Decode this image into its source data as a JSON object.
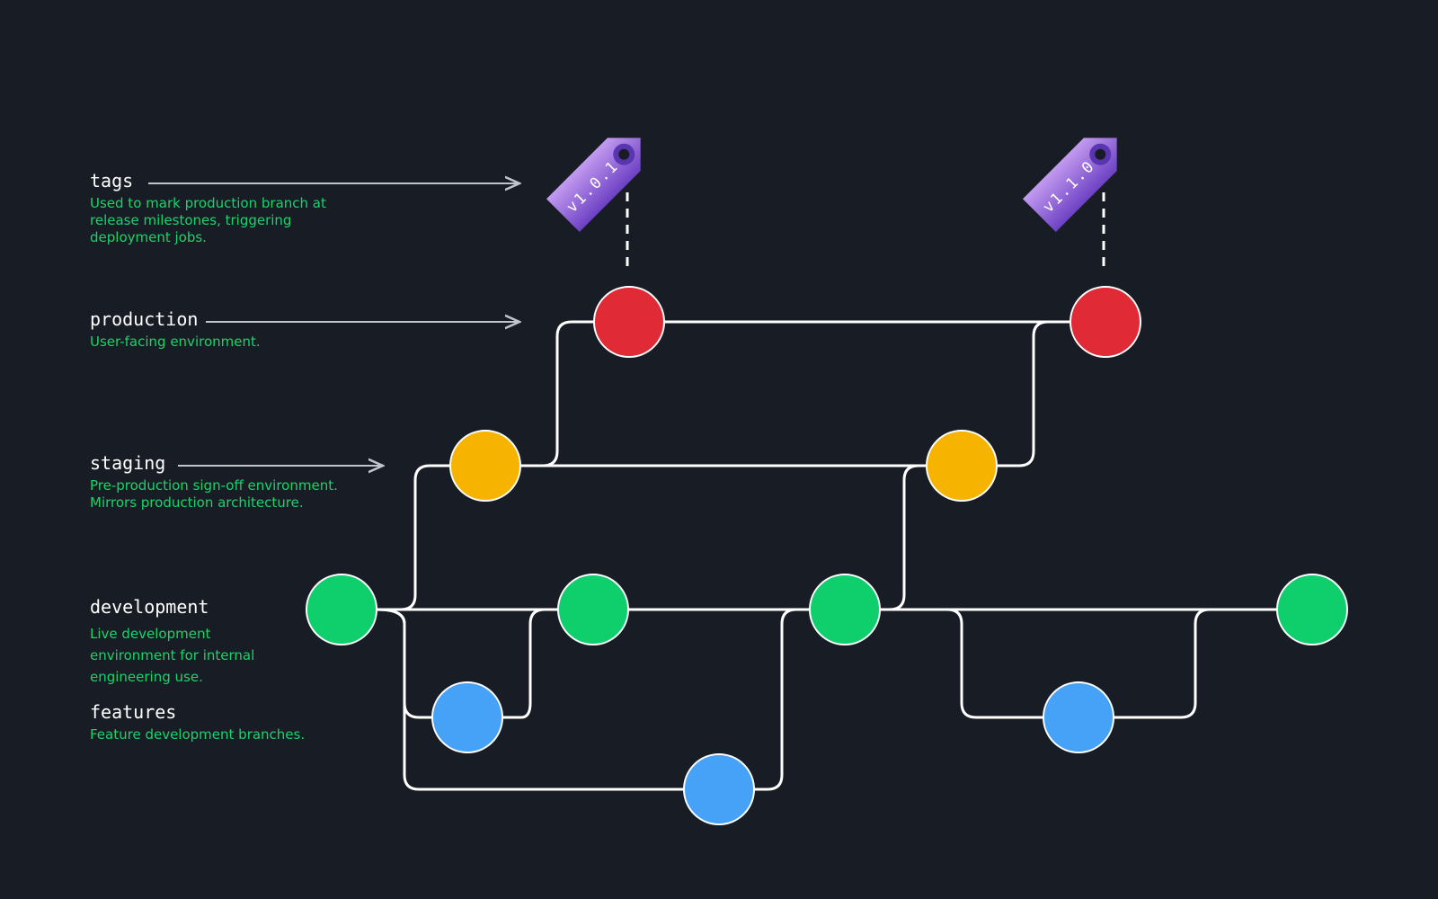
{
  "lanes": {
    "tags": {
      "title": "tags",
      "description": "Used to mark production branch at release milestones, triggering deployment jobs."
    },
    "production": {
      "title": "production",
      "description": "User-facing environment."
    },
    "staging": {
      "title": "staging",
      "description": "Pre-production sign-off environment. Mirrors production architecture."
    },
    "development": {
      "title": "development",
      "description": "Live development environment for internal engineering use."
    },
    "features": {
      "title": "features",
      "description": "Feature development branches."
    }
  },
  "tags": [
    {
      "label": "v1.0.1"
    },
    {
      "label": "v1.1.0"
    }
  ],
  "colors": {
    "background": "#181c24",
    "production": "#e02a36",
    "staging": "#f6b400",
    "development": "#0ecf6c",
    "features": "#46a2f7",
    "tag": "#8b5cd6",
    "description_text": "#19d46b",
    "line": "#ffffff"
  }
}
